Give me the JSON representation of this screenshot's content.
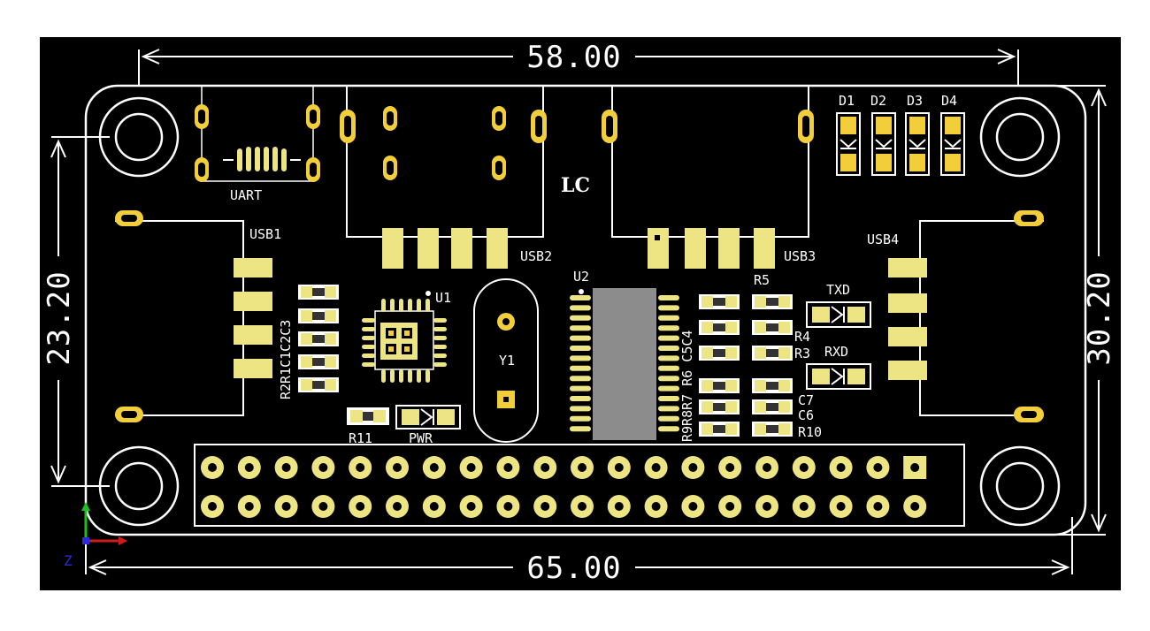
{
  "dimensions": {
    "width_top": "58.00",
    "width_bottom": "65.00",
    "height_left": "23.20",
    "height_right": "30.20"
  },
  "logo": "LC",
  "labels": {
    "uart": "UART",
    "usb1": "USB1",
    "usb2": "USB2",
    "usb3": "USB3",
    "usb4": "USB4",
    "u1": "U1",
    "u2": "U2",
    "y1": "Y1",
    "r11": "R11",
    "pwr": "PWR",
    "txd": "TXD",
    "rxd": "RXD",
    "r5": "R5",
    "r4": "R4",
    "r3": "R3",
    "c7": "C7",
    "c6": "C6",
    "r10": "R10",
    "d1": "D1",
    "d2": "D2",
    "d3": "D3",
    "d4": "D4",
    "left_column": "R2R1C1C2C3",
    "mid_column": "R9R8R7 R6 C5C4",
    "axis_z": "Z"
  },
  "header": {
    "columns": 20,
    "rows": 2
  },
  "colors": {
    "board": "#000000",
    "silkscreen": "#ffffff",
    "pad": "#ede484",
    "pad_deep": "#f2cf3a",
    "chip": "#8c8c8c",
    "axis_x": "#d11a1a",
    "axis_y": "#1fbf1f",
    "axis_z": "#2a2ad6"
  }
}
